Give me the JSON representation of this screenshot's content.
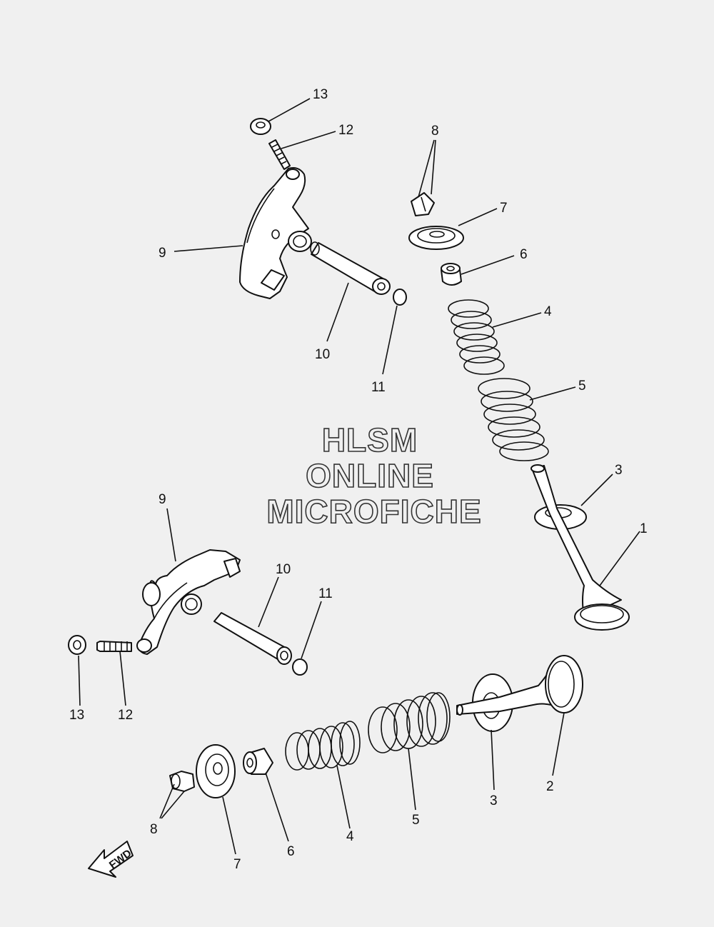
{
  "watermark": {
    "line1": "HLSM",
    "line2": "ONLINE",
    "line3": "MICROFICHE"
  },
  "fwd_label": "FWD",
  "callouts": {
    "upper_13": "13",
    "upper_12": "12",
    "upper_9": "9",
    "upper_10": "10",
    "upper_11": "11",
    "upper_8": "8",
    "upper_7": "7",
    "upper_6": "6",
    "upper_4": "4",
    "upper_5": "5",
    "upper_3": "3",
    "upper_1": "1",
    "lower_9": "9",
    "lower_10": "10",
    "lower_11": "11",
    "lower_13": "13",
    "lower_12": "12",
    "lower_8": "8",
    "lower_7": "7",
    "lower_6": "6",
    "lower_4": "4",
    "lower_5": "5",
    "lower_3": "3",
    "lower_2": "2"
  },
  "colors": {
    "background": "#f0f0f0",
    "line": "#111111",
    "part_fill": "#ffffff"
  }
}
